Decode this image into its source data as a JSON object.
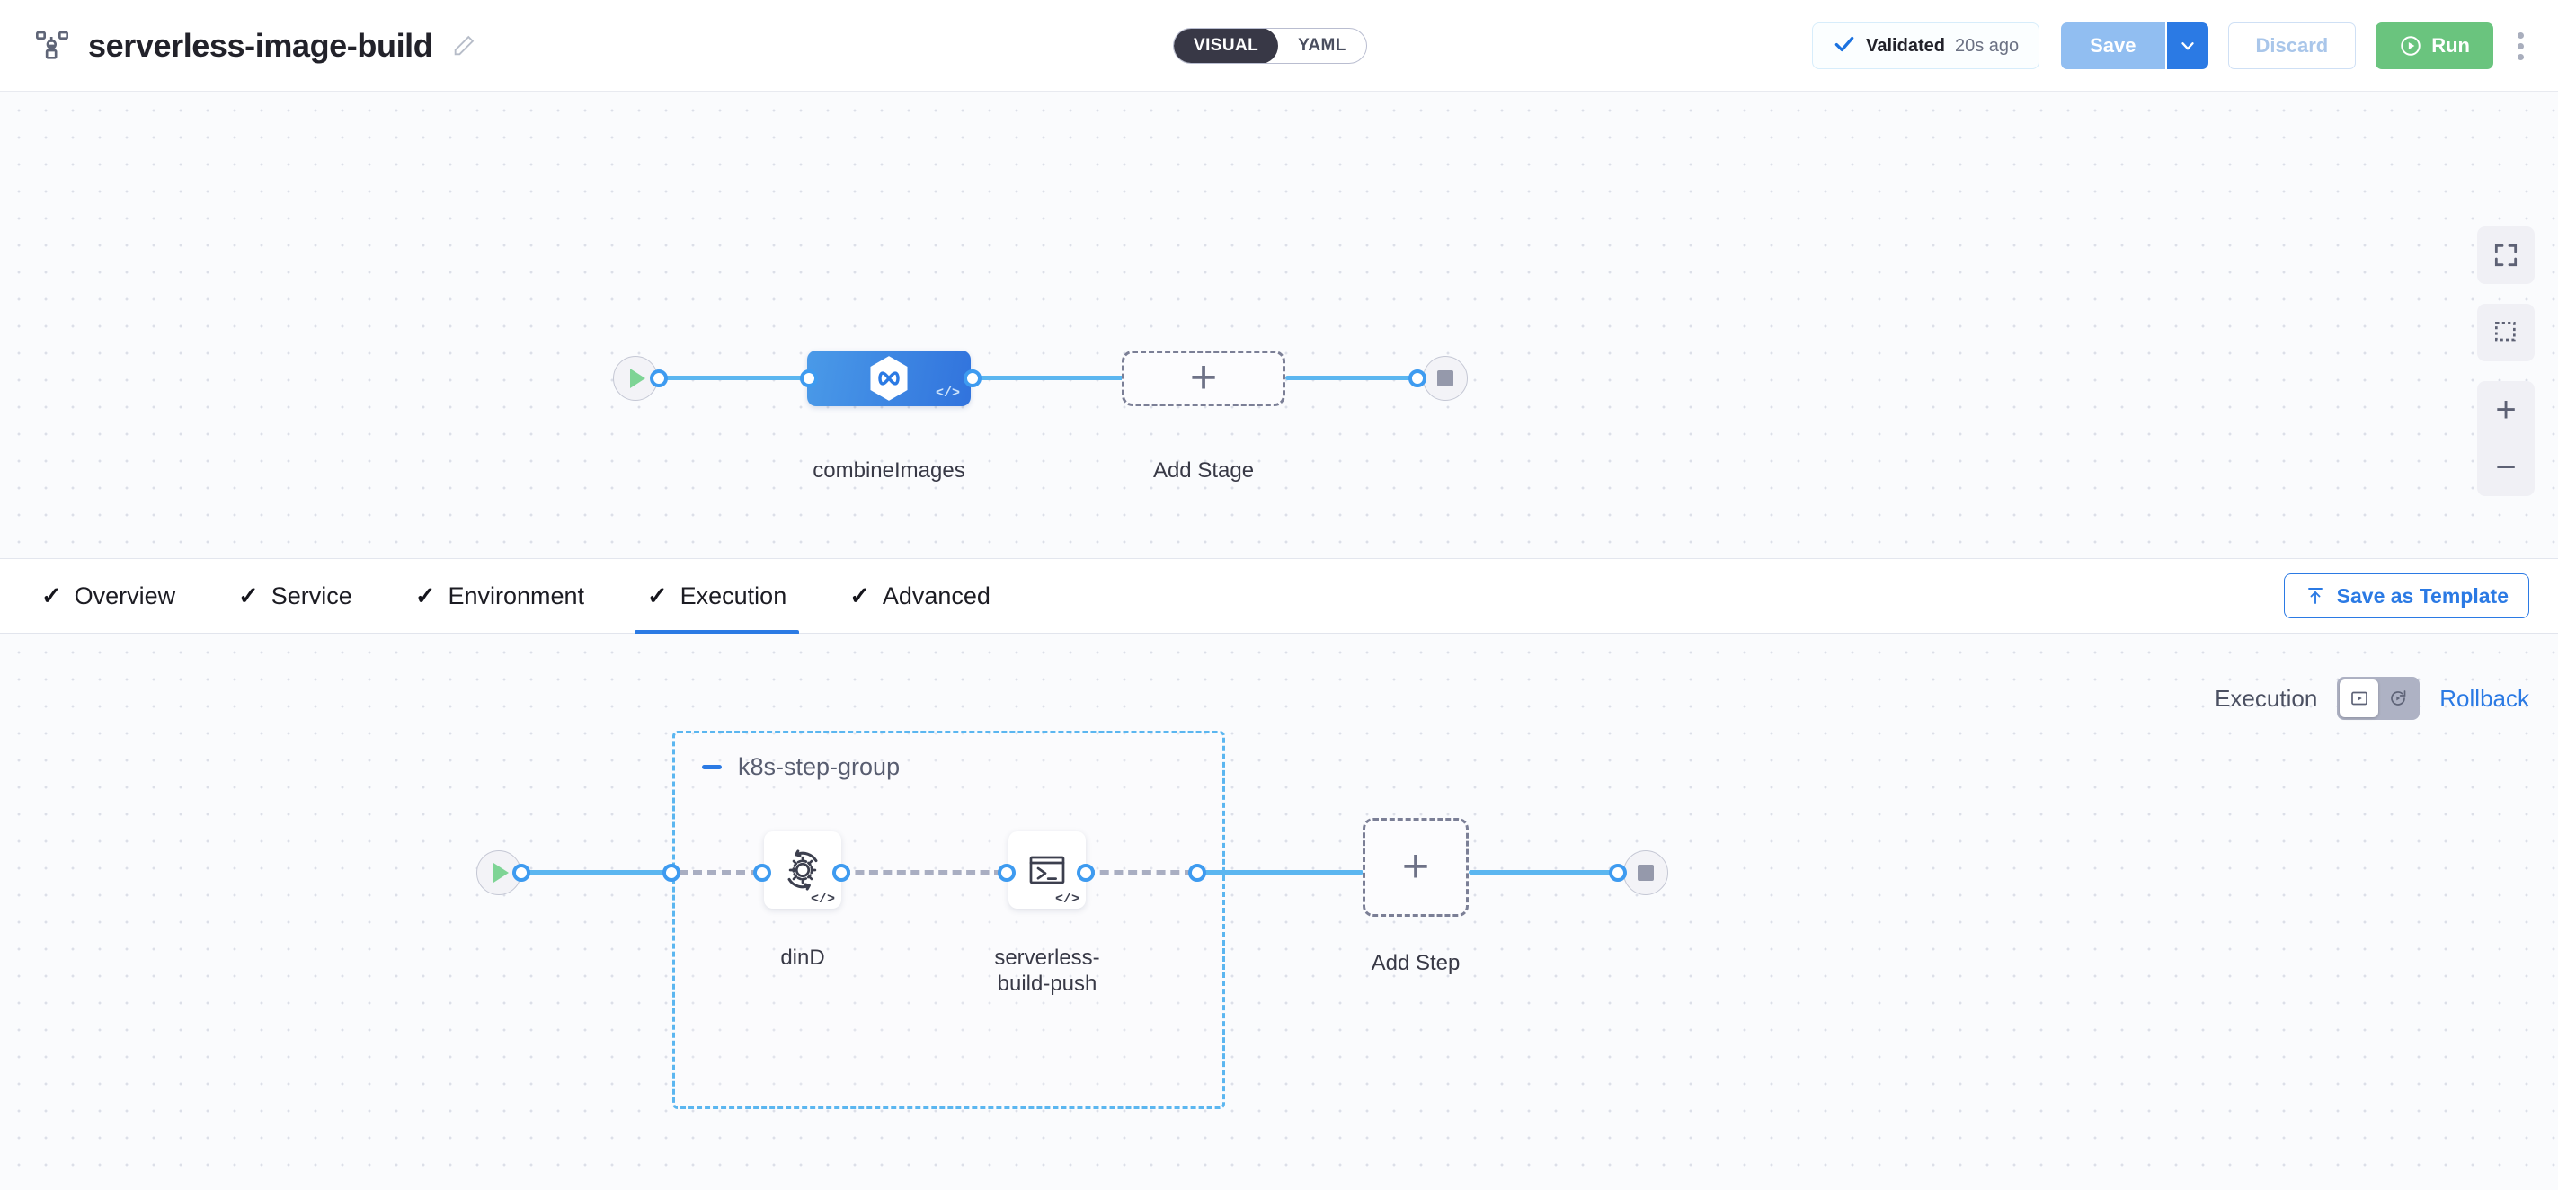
{
  "header": {
    "pipeline_icon": "pipeline-nodes-icon",
    "title": "serverless-image-build",
    "edit_icon": "pencil-icon",
    "mode_toggle": {
      "options": [
        "VISUAL",
        "YAML"
      ],
      "selected": "VISUAL"
    },
    "validated": {
      "icon": "check-icon",
      "label": "Validated",
      "time": "20s ago"
    },
    "save": {
      "label": "Save",
      "caret_icon": "chevron-down-icon"
    },
    "discard": {
      "label": "Discard"
    },
    "run": {
      "label": "Run",
      "icon": "play-circle-icon"
    },
    "more_icon": "kebab-menu-icon"
  },
  "pipeline_canvas": {
    "start_icon": "play-icon",
    "end_icon": "stop-icon",
    "stage": {
      "name": "combineImages",
      "icon": "harness-hexagon-infinity-icon",
      "badge": "</>"
    },
    "add_stage": {
      "label": "Add Stage",
      "icon": "plus-icon"
    },
    "controls": [
      {
        "name": "fit-to-screen-icon"
      },
      {
        "name": "selection-box-icon"
      },
      {
        "name": "zoom-in-icon",
        "glyph": "+"
      },
      {
        "name": "zoom-out-icon",
        "glyph": "−"
      }
    ]
  },
  "tabs": {
    "items": [
      {
        "label": "Overview",
        "check": "✓",
        "active": false
      },
      {
        "label": "Service",
        "check": "✓",
        "active": false
      },
      {
        "label": "Environment",
        "check": "✓",
        "active": false
      },
      {
        "label": "Execution",
        "check": "✓",
        "active": true
      },
      {
        "label": "Advanced",
        "check": "✓",
        "active": false
      }
    ],
    "save_as_template": {
      "label": "Save as Template",
      "icon": "template-upload-icon"
    }
  },
  "execution_canvas": {
    "mode": {
      "left_label": "Execution",
      "right_label": "Rollback",
      "left_icon": "play-in-box-icon",
      "right_icon": "rollback-replay-icon",
      "selected": "Execution"
    },
    "step_group": {
      "title": "k8s-step-group",
      "collapse_icon": "minus-icon"
    },
    "steps": [
      {
        "name": "dinD",
        "icon": "gear-rotate-icon",
        "badge": "</>"
      },
      {
        "name": "serverless-build-push",
        "icon": "terminal-icon",
        "badge": "</>"
      }
    ],
    "add_step": {
      "label": "Add Step",
      "icon": "plus-icon"
    },
    "start_icon": "play-icon",
    "end_icon": "stop-icon"
  },
  "colors": {
    "accent_blue": "#2b7ae4",
    "link_blue": "#5bb6f0",
    "run_green": "#6ac47e",
    "stage_blue": "#3173dd",
    "dark_toggle": "#383846"
  }
}
